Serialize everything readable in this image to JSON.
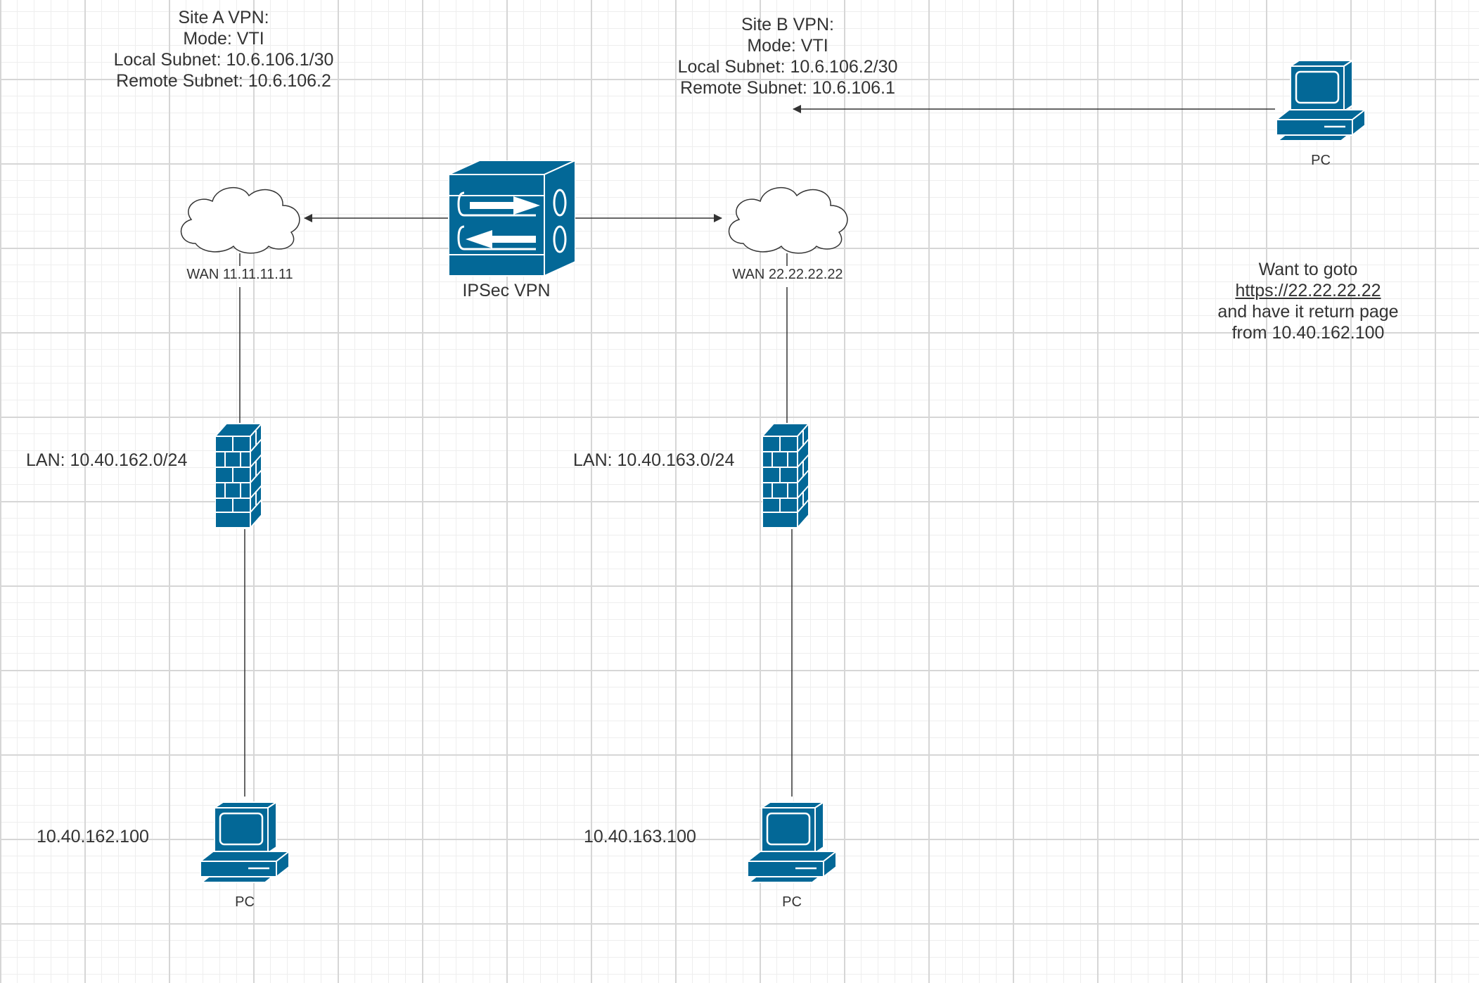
{
  "colors": {
    "icon_fill": "#036897",
    "icon_light": "#ffffff",
    "text": "#333333",
    "line": "#333333"
  },
  "site_a_vpn": {
    "lines": [
      "Site A VPN:",
      "Mode: VTI",
      "Local Subnet: 10.6.106.1/30",
      "Remote Subnet: 10.6.106.2"
    ]
  },
  "site_b_vpn": {
    "lines": [
      "Site B VPN:",
      "Mode: VTI",
      "Local Subnet: 10.6.106.2/30",
      "Remote Subnet: 10.6.106.1"
    ]
  },
  "site_a": {
    "wan_label": "WAN 11.11.11.11",
    "lan_label": "LAN: 10.40.162.0/24",
    "pc_ip": "10.40.162.100",
    "pc_label": "PC"
  },
  "site_b": {
    "wan_label": "WAN 22.22.22.22",
    "lan_label": "LAN: 10.40.163.0/24",
    "pc_ip": "10.40.163.100",
    "pc_label": "PC"
  },
  "vpn_device": {
    "label": "IPSec VPN",
    "icon": "ipsec-vpn-icon"
  },
  "remote_pc": {
    "label": "PC",
    "icon": "pc-icon"
  },
  "note": {
    "line1": "Want to goto",
    "link": "https://22.22.22.22",
    "line3": "and have it return page",
    "line4": "from 10.40.162.100"
  },
  "icons": [
    "cloud-icon",
    "firewall-icon",
    "pc-icon",
    "ipsec-vpn-icon"
  ]
}
